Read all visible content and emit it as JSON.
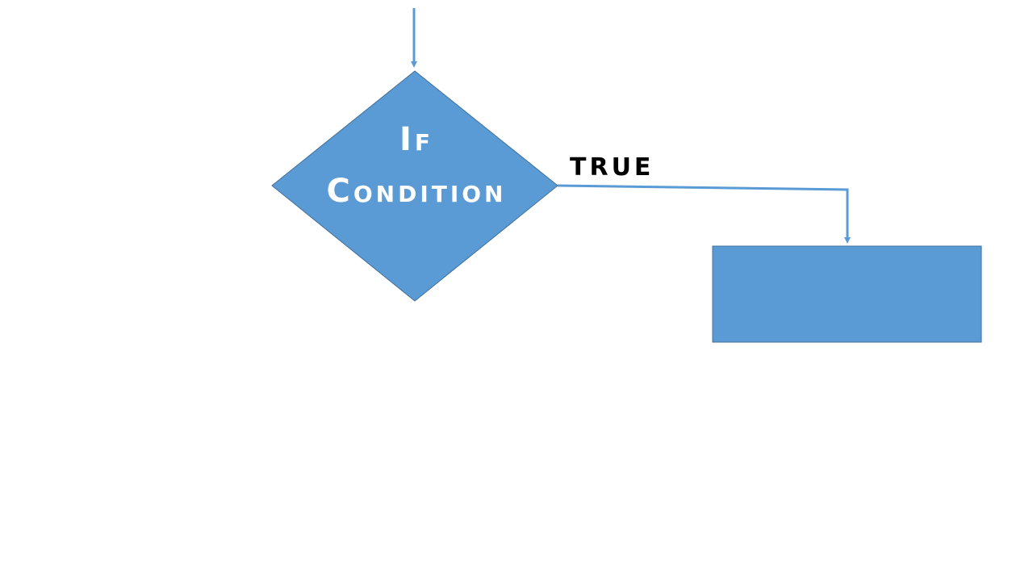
{
  "colors": {
    "shape_fill": "#5b9bd5",
    "shape_stroke": "#41719c",
    "connector": "#5b9bd5",
    "label_text": "#000000",
    "shape_text": "#ffffff",
    "background": "#ffffff"
  },
  "decision": {
    "line1": "If",
    "line2": "Condition"
  },
  "branch": {
    "true_label": "TRUE"
  },
  "process_box": {
    "label": ""
  }
}
